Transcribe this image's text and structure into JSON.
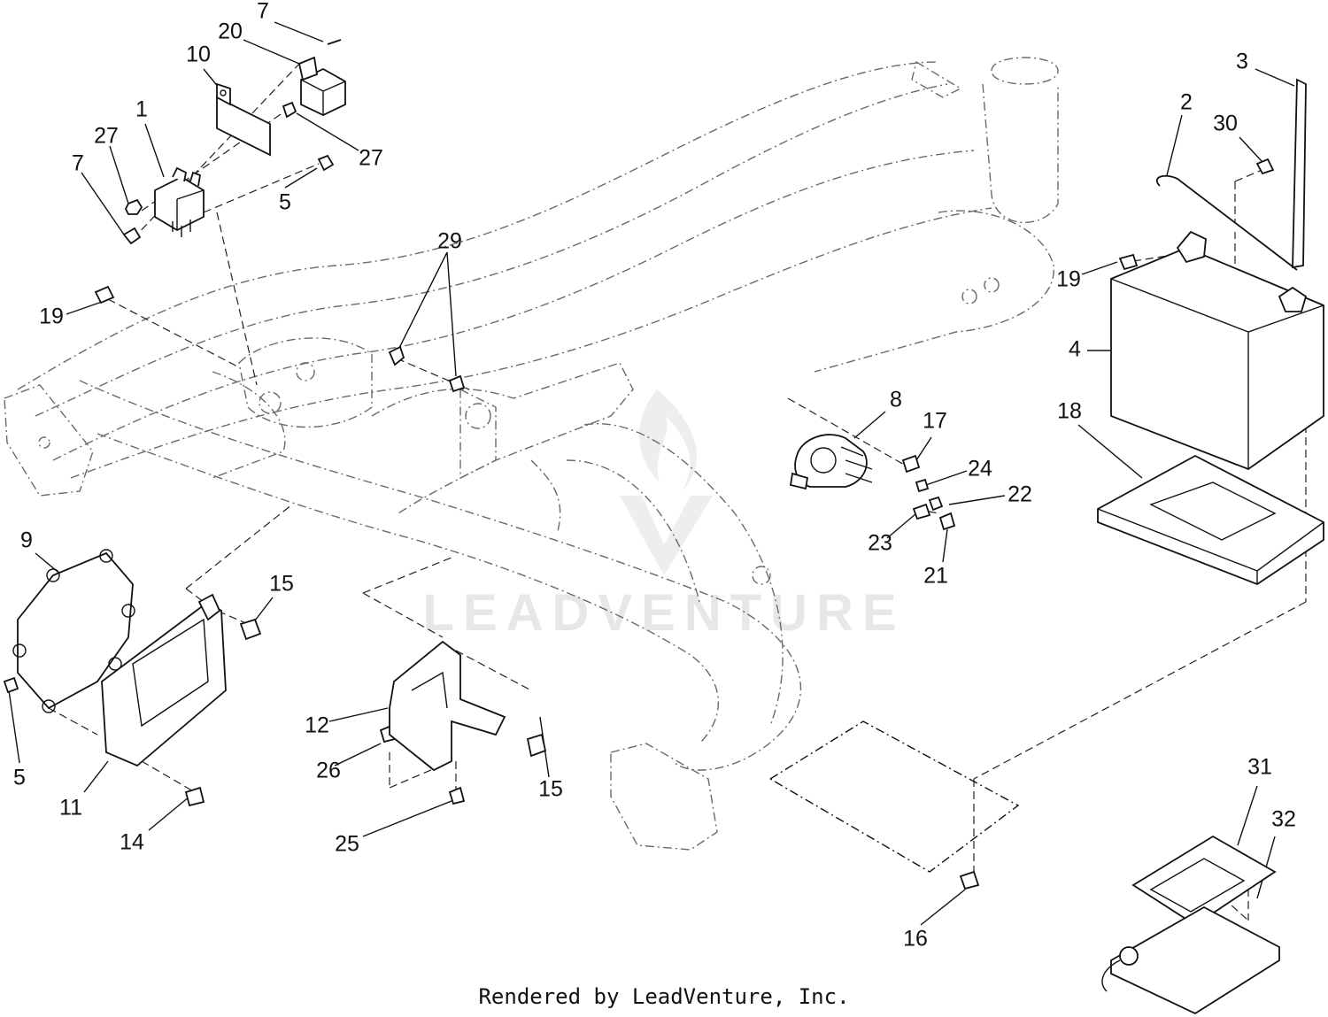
{
  "watermark": {
    "text": "LEADVENTURE"
  },
  "footer": {
    "credit": "Rendered by LeadVenture, Inc."
  },
  "callouts": [
    "1",
    "2",
    "3",
    "4",
    "5",
    "5",
    "7",
    "7",
    "8",
    "9",
    "10",
    "11",
    "12",
    "14",
    "15",
    "15",
    "16",
    "17",
    "18",
    "19",
    "19",
    "20",
    "21",
    "22",
    "23",
    "24",
    "25",
    "26",
    "27",
    "27",
    "29",
    "30",
    "31",
    "32"
  ],
  "colors": {
    "line": "#111111",
    "frame": "#6a6a6a",
    "watermark": "#e7e7e7"
  }
}
